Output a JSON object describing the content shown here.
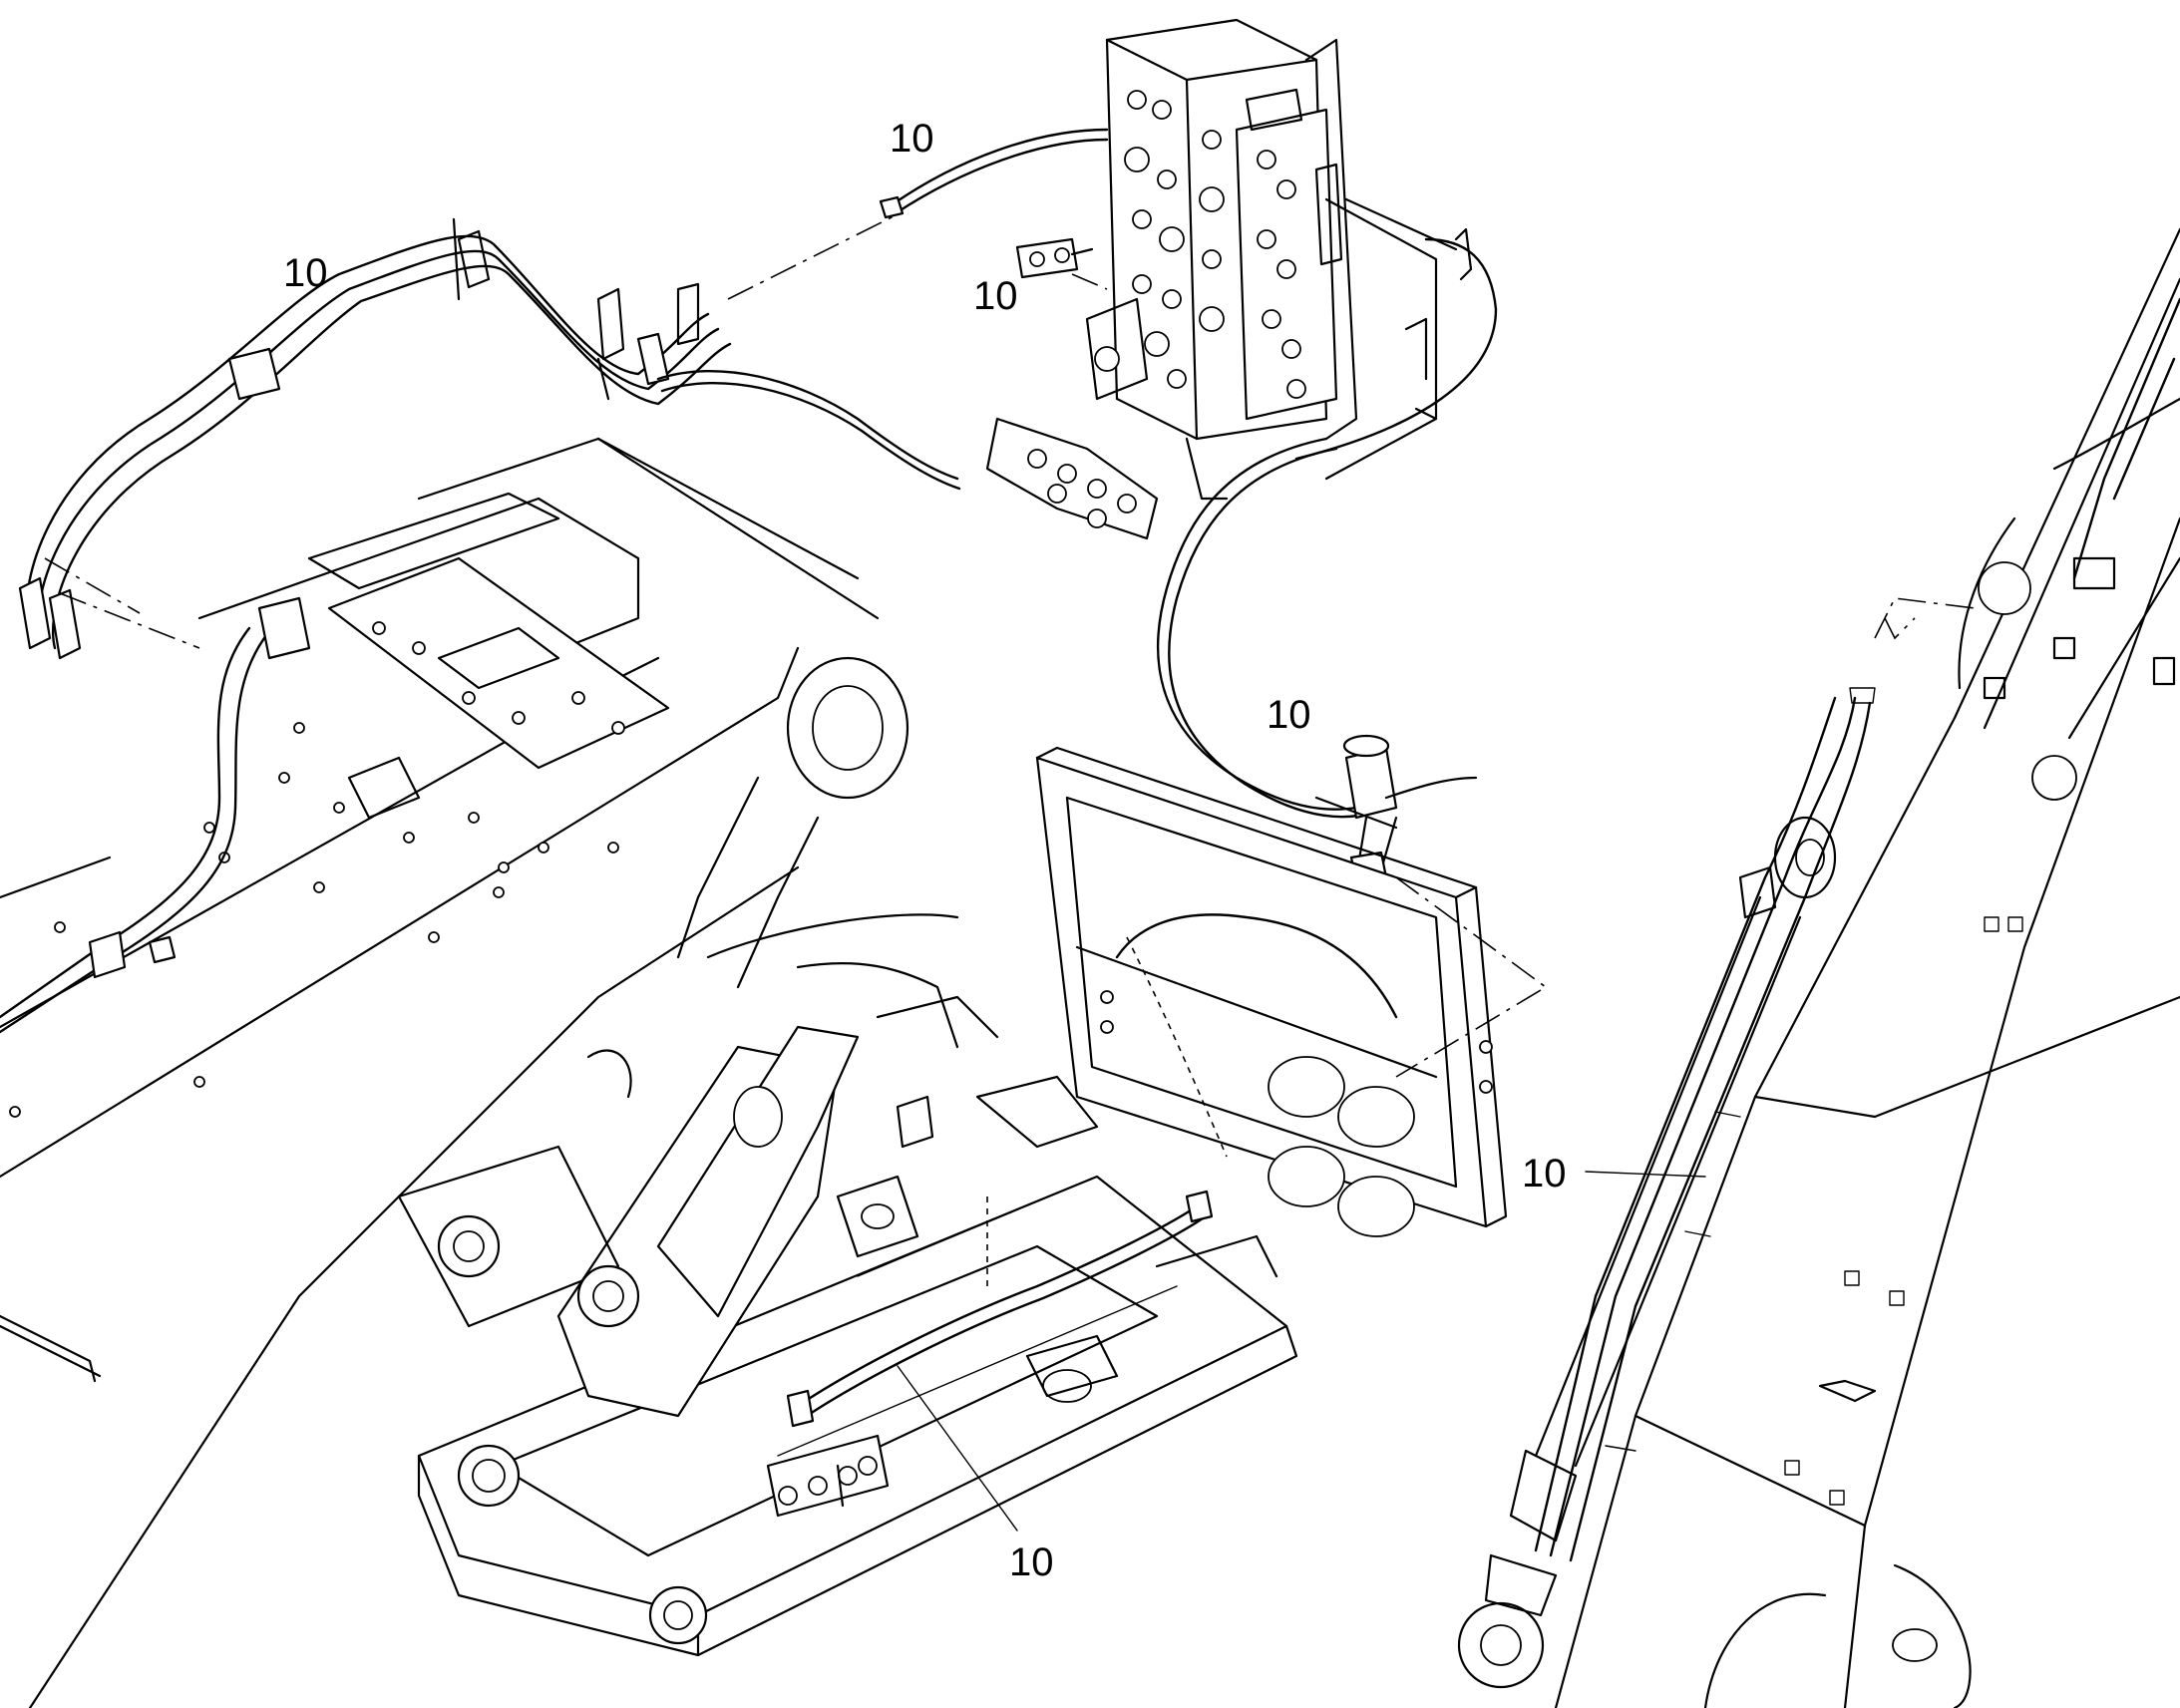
{
  "diagram": {
    "kind": "exploded parts drawing",
    "callouts": [
      {
        "id": "hose-top-center",
        "label": "10"
      },
      {
        "id": "hose-top-left",
        "label": "10"
      },
      {
        "id": "fitting-valve-block",
        "label": "10"
      },
      {
        "id": "hose-pilot-valve",
        "label": "10"
      },
      {
        "id": "hose-boom-cylinder",
        "label": "10"
      },
      {
        "id": "hose-frame-bottom",
        "label": "10"
      }
    ]
  }
}
